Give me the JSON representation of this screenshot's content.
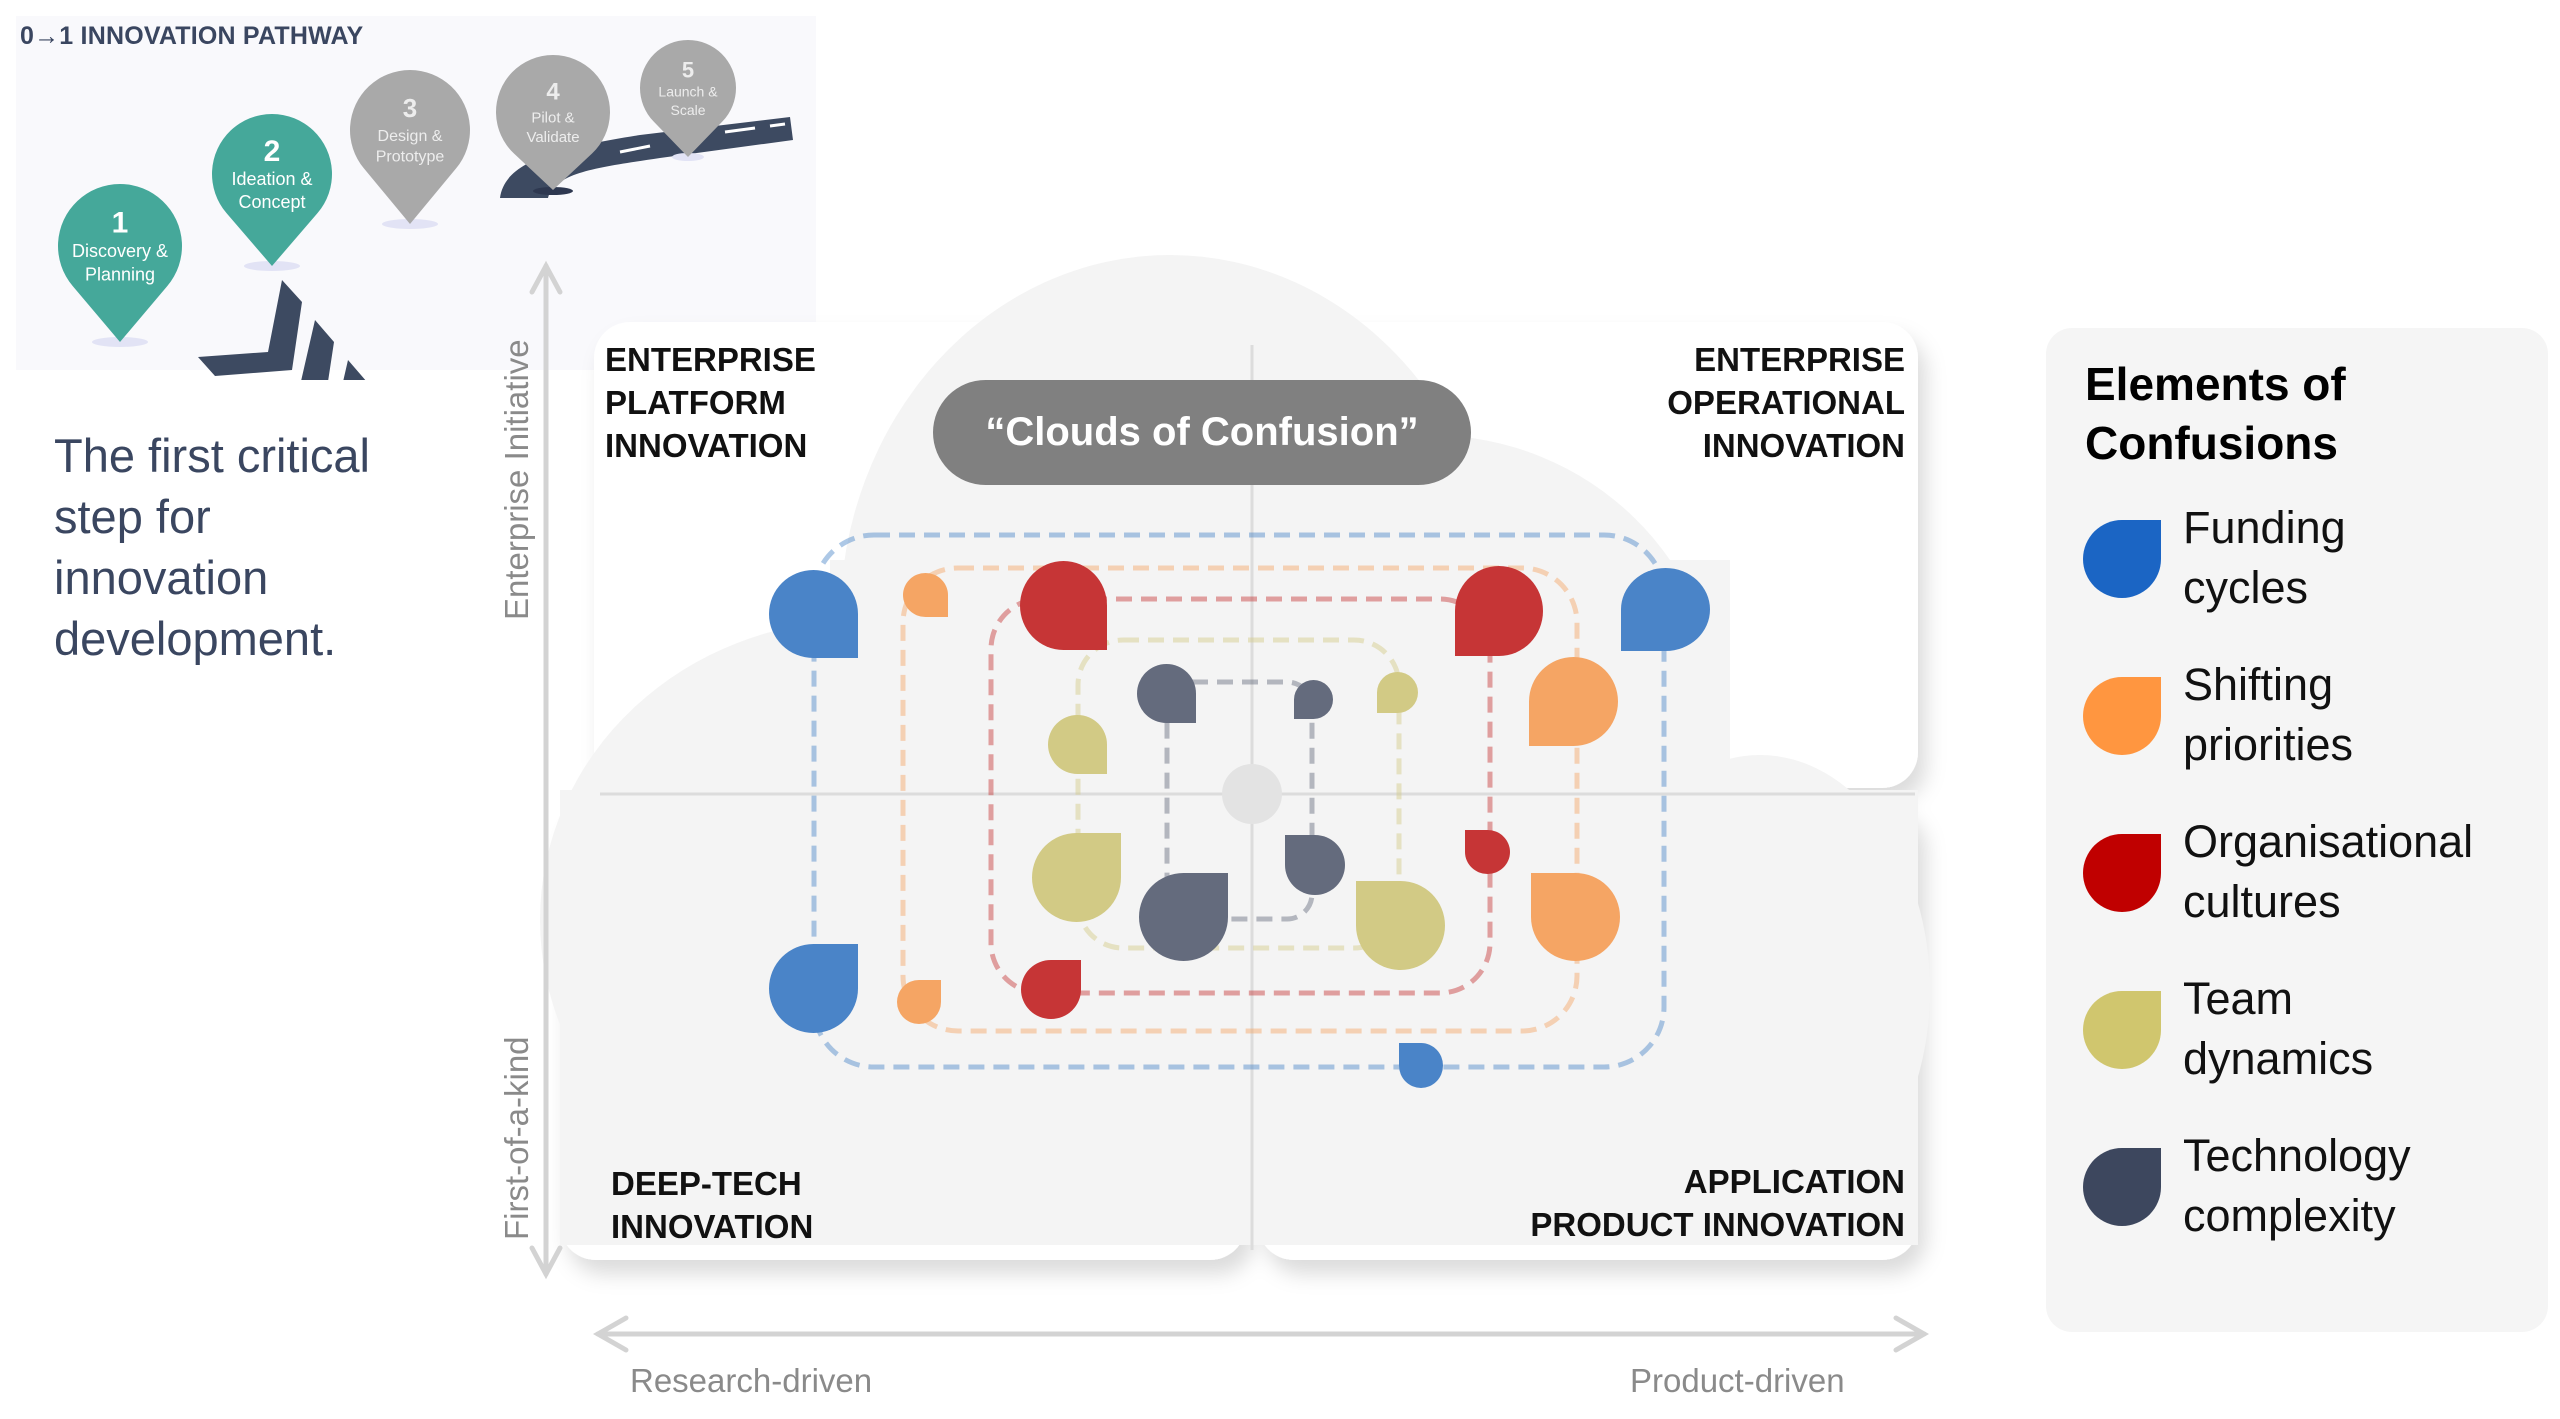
{
  "pathway": {
    "title": "0→1 INNOVATION PATHWAY",
    "steps": [
      {
        "number": "1",
        "line1": "Discovery &",
        "line2": "Planning",
        "status": "active"
      },
      {
        "number": "2",
        "line1": "Ideation &",
        "line2": "Concept",
        "status": "active"
      },
      {
        "number": "3",
        "line1": "Design &",
        "line2": "Prototype",
        "status": "inactive"
      },
      {
        "number": "4",
        "line1": "Pilot &",
        "line2": "Validate",
        "status": "inactive"
      },
      {
        "number": "5",
        "line1": "Launch &",
        "line2": "Scale",
        "status": "inactive"
      }
    ],
    "active_color": "#45A89A",
    "inactive_color": "#A9A9A9",
    "road_color": "#3D4A61"
  },
  "tagline": "The first critical step for innovation development.",
  "axes": {
    "y_top": "Enterprise Initiative",
    "y_bottom": "First-of-a-kind",
    "x_left": "Research-driven",
    "x_right": "Product-driven"
  },
  "quadrants": {
    "top_left": [
      "ENTERPRISE",
      "PLATFORM",
      "INNOVATION"
    ],
    "top_right": [
      "ENTERPRISE",
      "OPERATIONAL",
      "INNOVATION"
    ],
    "bottom_left": [
      "DEEP-TECH",
      "INNOVATION"
    ],
    "bottom_right": [
      "APPLICATION",
      "PRODUCT INNOVATION"
    ]
  },
  "title_pill": "“Clouds of Confusion”",
  "legend": {
    "title_line1": "Elements of",
    "title_line2": "Confusions",
    "items": [
      {
        "key": "funding",
        "line1": "Funding",
        "line2": "cycles",
        "color": "#1B65C4",
        "drop_color": "#4A84C8"
      },
      {
        "key": "priorities",
        "line1": "Shifting",
        "line2": "priorities",
        "color": "#FF9640",
        "drop_color": "#F5A564"
      },
      {
        "key": "culture",
        "line1": "Organisational",
        "line2": "cultures",
        "color": "#C00000",
        "drop_color": "#C63536"
      },
      {
        "key": "team",
        "line1": "Team",
        "line2": "dynamics",
        "color": "#D0C66E",
        "drop_color": "#D2CA85"
      },
      {
        "key": "tech",
        "line1": "Technology",
        "line2": "complexity",
        "color": "#3D475E",
        "drop_color": "#646B7D"
      }
    ]
  },
  "loops": [
    {
      "key": "funding",
      "drops": [
        {
          "corner": "br",
          "size": "large"
        },
        {
          "corner": "bl",
          "size": "large"
        },
        {
          "corner": "tr",
          "size": "large"
        },
        {
          "corner": "tl",
          "size": "small"
        }
      ]
    },
    {
      "key": "priorities",
      "drops": [
        {
          "corner": "br",
          "size": "small"
        },
        {
          "corner": "bl",
          "size": "large"
        },
        {
          "corner": "tr",
          "size": "small"
        },
        {
          "corner": "tl",
          "size": "large"
        }
      ]
    },
    {
      "key": "culture",
      "drops": [
        {
          "corner": "br",
          "size": "large"
        },
        {
          "corner": "bl",
          "size": "large"
        },
        {
          "corner": "tr",
          "size": "medium"
        },
        {
          "corner": "tl",
          "size": "small"
        }
      ]
    },
    {
      "key": "team",
      "drops": [
        {
          "corner": "br",
          "size": "medium"
        },
        {
          "corner": "bl",
          "size": "small"
        },
        {
          "corner": "tr",
          "size": "large"
        },
        {
          "corner": "tl",
          "size": "large"
        }
      ]
    },
    {
      "key": "tech",
      "drops": [
        {
          "corner": "br",
          "size": "medium"
        },
        {
          "corner": "bl",
          "size": "small"
        },
        {
          "corner": "tr",
          "size": "large"
        },
        {
          "corner": "tl",
          "size": "medium"
        }
      ]
    }
  ]
}
